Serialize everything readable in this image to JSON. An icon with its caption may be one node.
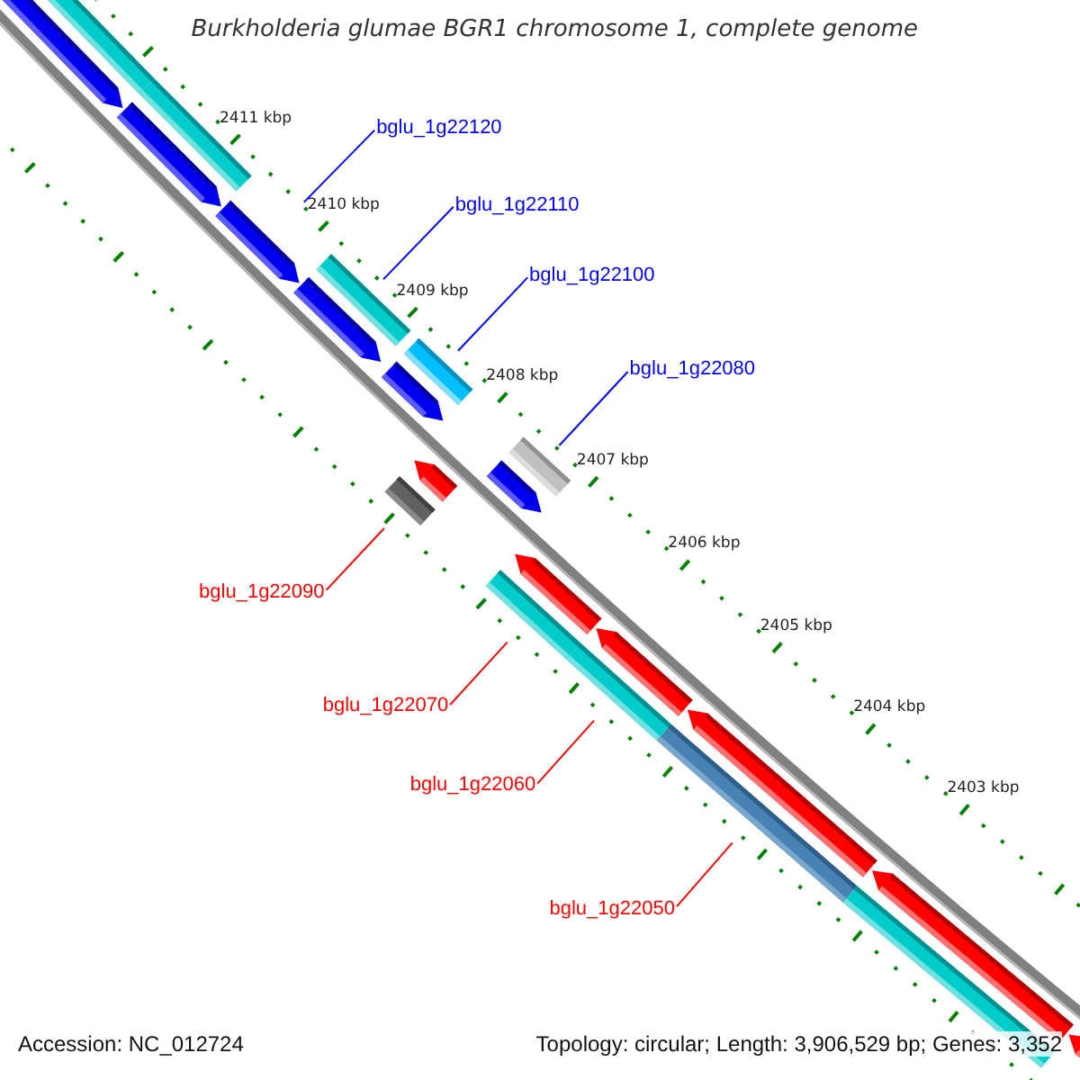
{
  "diagram": {
    "title": "Burkholderia glumae BGR1 chromosome 1, complete genome",
    "nodes": [
      {
        "text": [
          "bglu_1g22120"
        ]
      },
      {
        "text": [],
        "shape": "pentagon"
      },
      {
        "text": [
          "bglu_1g22110"
        ]
      },
      {
        "text": [],
        "shape": "pentagon"
      },
      {
        "text": [
          "bglu_1g22100"
        ]
      },
      {
        "text": [],
        "shape": "pentagon"
      },
      {
        "text": [
          "bglu_1g22080"
        ]
      },
      {
        "text": [],
        "shape": "pentagon"
      },
      {
        "text": [
          "bglu_1g22090"
        ]
      },
      {
        "text": [],
        "shape": "pentagon"
      },
      {
        "text": [
          "bglu_1g22070"
        ]
      },
      {
        "text": [],
        "shape": "pentagon"
      },
      {
        "text": [
          "bglu_1g22060"
        ]
      },
      {
        "text": [],
        "shape": "pentagon"
      },
      {
        "text": [
          "bglu_1g22050"
        ]
      },
      {
        "text": [],
        "shape": "pentagon"
      },
      {
        "text": [],
        "shape": "pentagon"
      },
      {
        "text": [],
        "shape": "pentagon"
      },
      {
        "text": [],
        "shape": "pentagon"
      },
      {
        "text": [],
        "shape": "pentagon"
      }
    ],
    "edges": [
      {
        "from": 0,
        "to": 1,
        "arrow": "none",
        "color": "#0000ff"
      },
      {
        "from": 2,
        "to": 3,
        "arrow": "none",
        "color": "#0000ff"
      },
      {
        "from": 4,
        "to": 5,
        "arrow": "none",
        "color": "#0000ff"
      },
      {
        "from": 6,
        "to": 7,
        "arrow": "none",
        "color": "#0000ff"
      },
      {
        "from": 8,
        "to": 9,
        "arrow": "none",
        "color": "#ff0000"
      },
      {
        "from": 10,
        "to": 11,
        "arrow": "none",
        "color": "#ff0000"
      },
      {
        "from": 12,
        "to": 13,
        "arrow": "none",
        "color": "#ff0000"
      },
      {
        "from": 14,
        "to": 15,
        "arrow": "none",
        "color": "#ff0000"
      }
    ],
    "labels": [
      "2411 kbp",
      "2410 kbp",
      "2409 kbp",
      "2408 kbp",
      "2407 kbp",
      "2406 kbp",
      "2405 kbp",
      "2404 kbp",
      "2403 kbp",
      "Accession: NC_012724",
      "Topology: circular; Length: 3,906,529 bp; Genes: 3,352"
    ]
  }
}
